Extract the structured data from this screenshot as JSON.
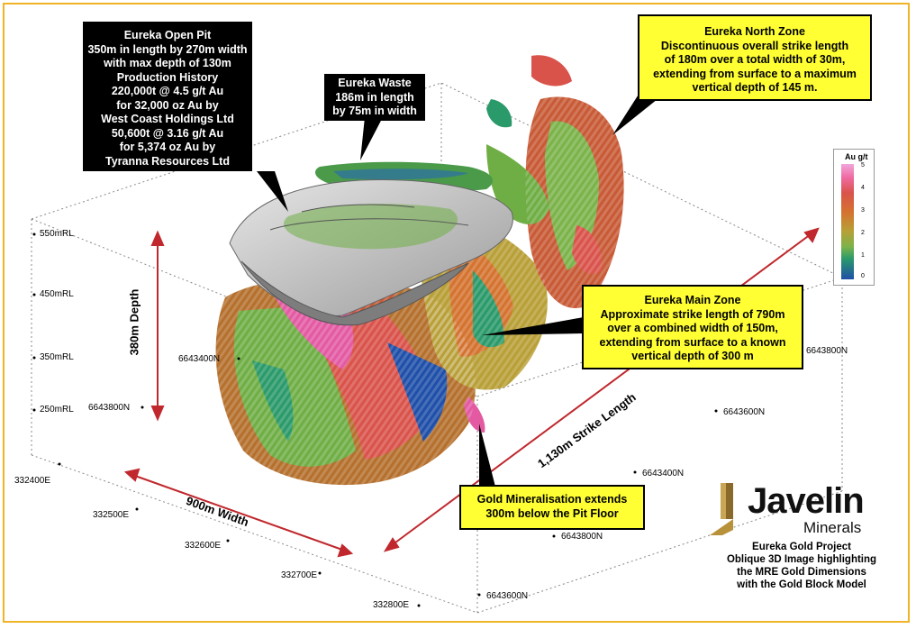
{
  "callouts": {
    "open_pit": {
      "lines": [
        "Eureka Open Pit",
        "350m in length by 270m width",
        "with max depth of 130m",
        "Production History",
        "220,000t @ 4.5 g/t Au",
        "for 32,000 oz Au by",
        "West Coast Holdings Ltd",
        "50,600t @ 3.16 g/t Au",
        "for 5,374 oz Au by",
        "Tyranna Resources Ltd"
      ]
    },
    "waste": {
      "lines": [
        "Eureka Waste",
        "186m in length",
        "by 75m in width"
      ]
    },
    "north_zone": {
      "lines": [
        "Eureka North Zone",
        "Discontinuous overall strike length",
        "of 180m over a total width of 30m,",
        "extending from surface to a maximum",
        "vertical depth of 145 m."
      ]
    },
    "main_zone": {
      "lines": [
        "Eureka Main Zone",
        "Approximate strike length of 790m",
        "over a combined width of 150m,",
        "extending from surface to a known",
        "vertical depth of 300 m"
      ]
    },
    "gold_min": {
      "lines": [
        "Gold Mineralisation extends",
        "300m below the Pit Floor"
      ]
    }
  },
  "depth_labels": [
    "550mRL",
    "450mRL",
    "350mRL",
    "250mRL"
  ],
  "northing_left": [
    "6643400N",
    "6643800N"
  ],
  "easting_labels": [
    "332400E",
    "332500E",
    "332600E",
    "332700E",
    "332800E"
  ],
  "northing_right": [
    "6643800N",
    "6643600N",
    "6643400N",
    "6643800N",
    "6643600N"
  ],
  "dimensions": {
    "depth": "380m Depth",
    "width": "900m Width",
    "strike": "1,130m Strike Length"
  },
  "legend": {
    "title": "Au g/t",
    "ticks": [
      "5",
      "4",
      "3",
      "2",
      "1",
      "0"
    ]
  },
  "logo": {
    "name": "Javelin",
    "sub": "Minerals"
  },
  "project": {
    "lines": [
      "Eureka Gold Project",
      "Oblique 3D Image highlighting",
      "the MRE Gold Dimensions",
      "with the Gold Block Model"
    ]
  },
  "colors": {
    "frame": "#f0b429",
    "callout_yellow": "#ffff33",
    "arrow_red": "#c0282d",
    "logo_gold": "#b8923a"
  }
}
